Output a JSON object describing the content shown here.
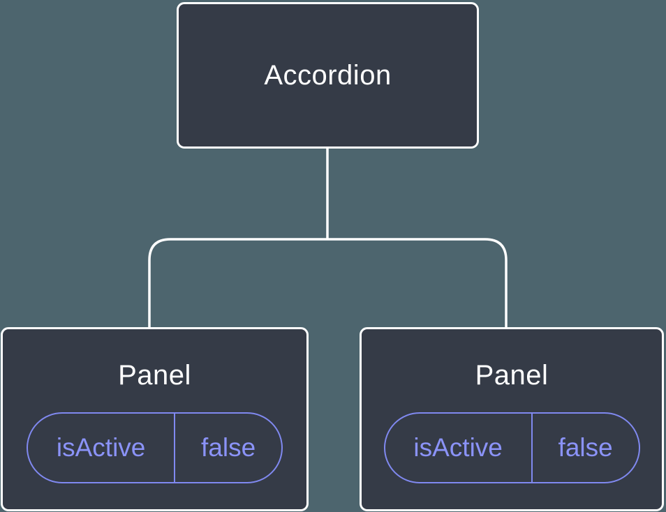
{
  "diagram": {
    "root": {
      "label": "Accordion"
    },
    "children": [
      {
        "label": "Panel",
        "state": {
          "name": "isActive",
          "value": "false"
        }
      },
      {
        "label": "Panel",
        "state": {
          "name": "isActive",
          "value": "false"
        }
      }
    ]
  },
  "colors": {
    "background": "#4D656E",
    "card": "#353B47",
    "card_border": "#FFFFFF",
    "connector": "#FFFFFF",
    "state_accent": "#8089F0",
    "state_text": "#8B93F8",
    "label_text": "#FFFFFF"
  }
}
